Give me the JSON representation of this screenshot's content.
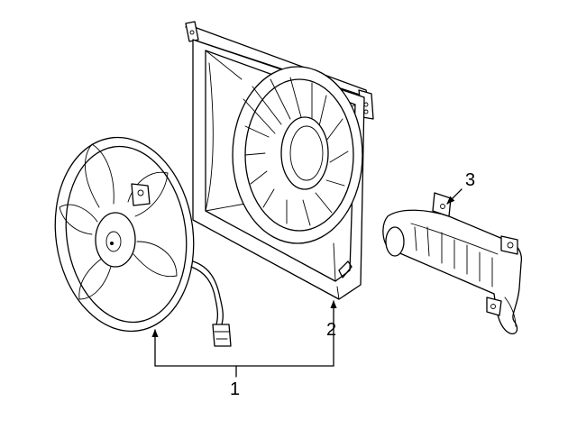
{
  "callouts": {
    "part1": "1",
    "part2": "2",
    "part3": "3"
  },
  "parts": [
    {
      "id": "1",
      "name": "fan-assembly"
    },
    {
      "id": "2",
      "name": "fan-shroud"
    },
    {
      "id": "3",
      "name": "air-duct"
    }
  ]
}
